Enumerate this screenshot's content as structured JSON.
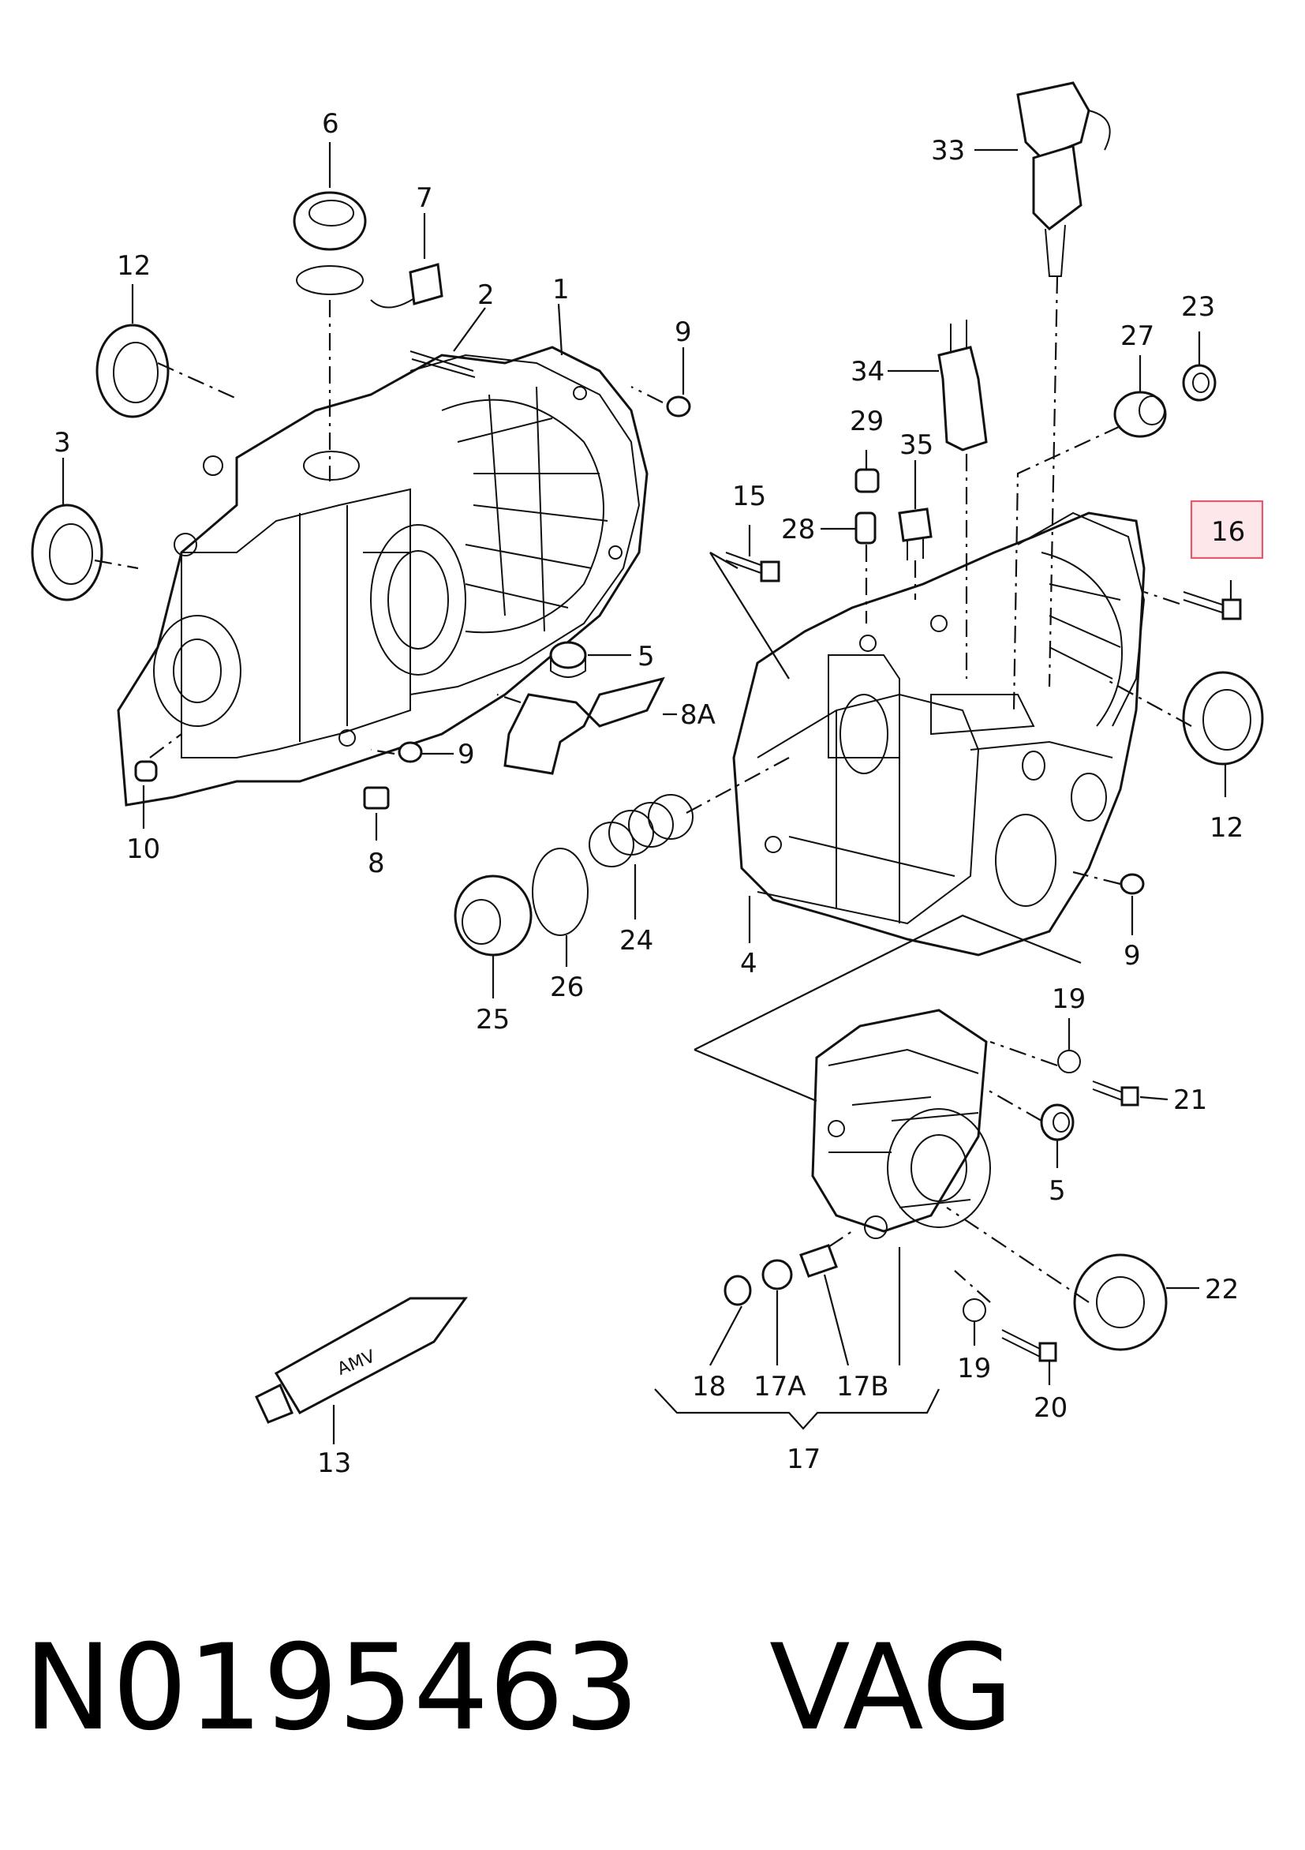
{
  "labels": {
    "l1": "1",
    "l2": "2",
    "l3": "3",
    "l4": "4",
    "l5a": "5",
    "l5b": "5",
    "l6": "6",
    "l7": "7",
    "l8": "8",
    "l8a": "8A",
    "l9a": "9",
    "l9b": "9",
    "l9c": "9",
    "l10": "10",
    "l12a": "12",
    "l12b": "12",
    "l13": "13",
    "l15": "15",
    "l16": "16",
    "l17": "17",
    "l17a": "17A",
    "l17b": "17B",
    "l18": "18",
    "l19a": "19",
    "l19b": "19",
    "l20": "20",
    "l21": "21",
    "l22": "22",
    "l23": "23",
    "l24": "24",
    "l25": "25",
    "l26": "26",
    "l27": "27",
    "l28": "28",
    "l29": "29",
    "l33": "33",
    "l34": "34",
    "l35": "35"
  },
  "tube_text": "AMV",
  "caption": {
    "part_number": "N0195463",
    "brand": "VAG"
  },
  "colors": {
    "highlight_fill": "#fde7ea",
    "highlight_border": "#e35a6a"
  }
}
